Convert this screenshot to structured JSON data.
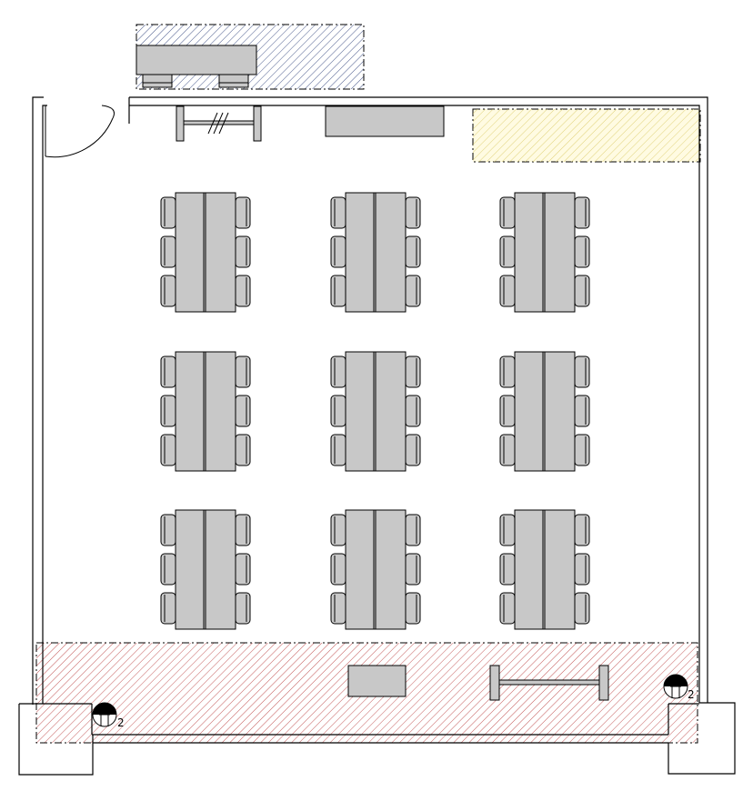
{
  "colors": {
    "wall": "#000000",
    "furniture": "#c8c8c8",
    "blue_hatch": "#4a5a8c",
    "yellow_fill": "#fffbe2",
    "yellow_hatch": "#e0d27a",
    "red_hatch": "#c45a5a"
  },
  "icons": {
    "door": "door-swing-icon",
    "outlet": "floor-outlet-icon",
    "rack": "rack-icon",
    "cabinet": "cabinet-icon"
  },
  "table_groups": {
    "rows": 3,
    "columns": 3,
    "chairs_per_side": 3
  },
  "outlets": [
    {
      "name": "outlet-left",
      "label": "2"
    },
    {
      "name": "outlet-right",
      "label": "2"
    }
  ]
}
